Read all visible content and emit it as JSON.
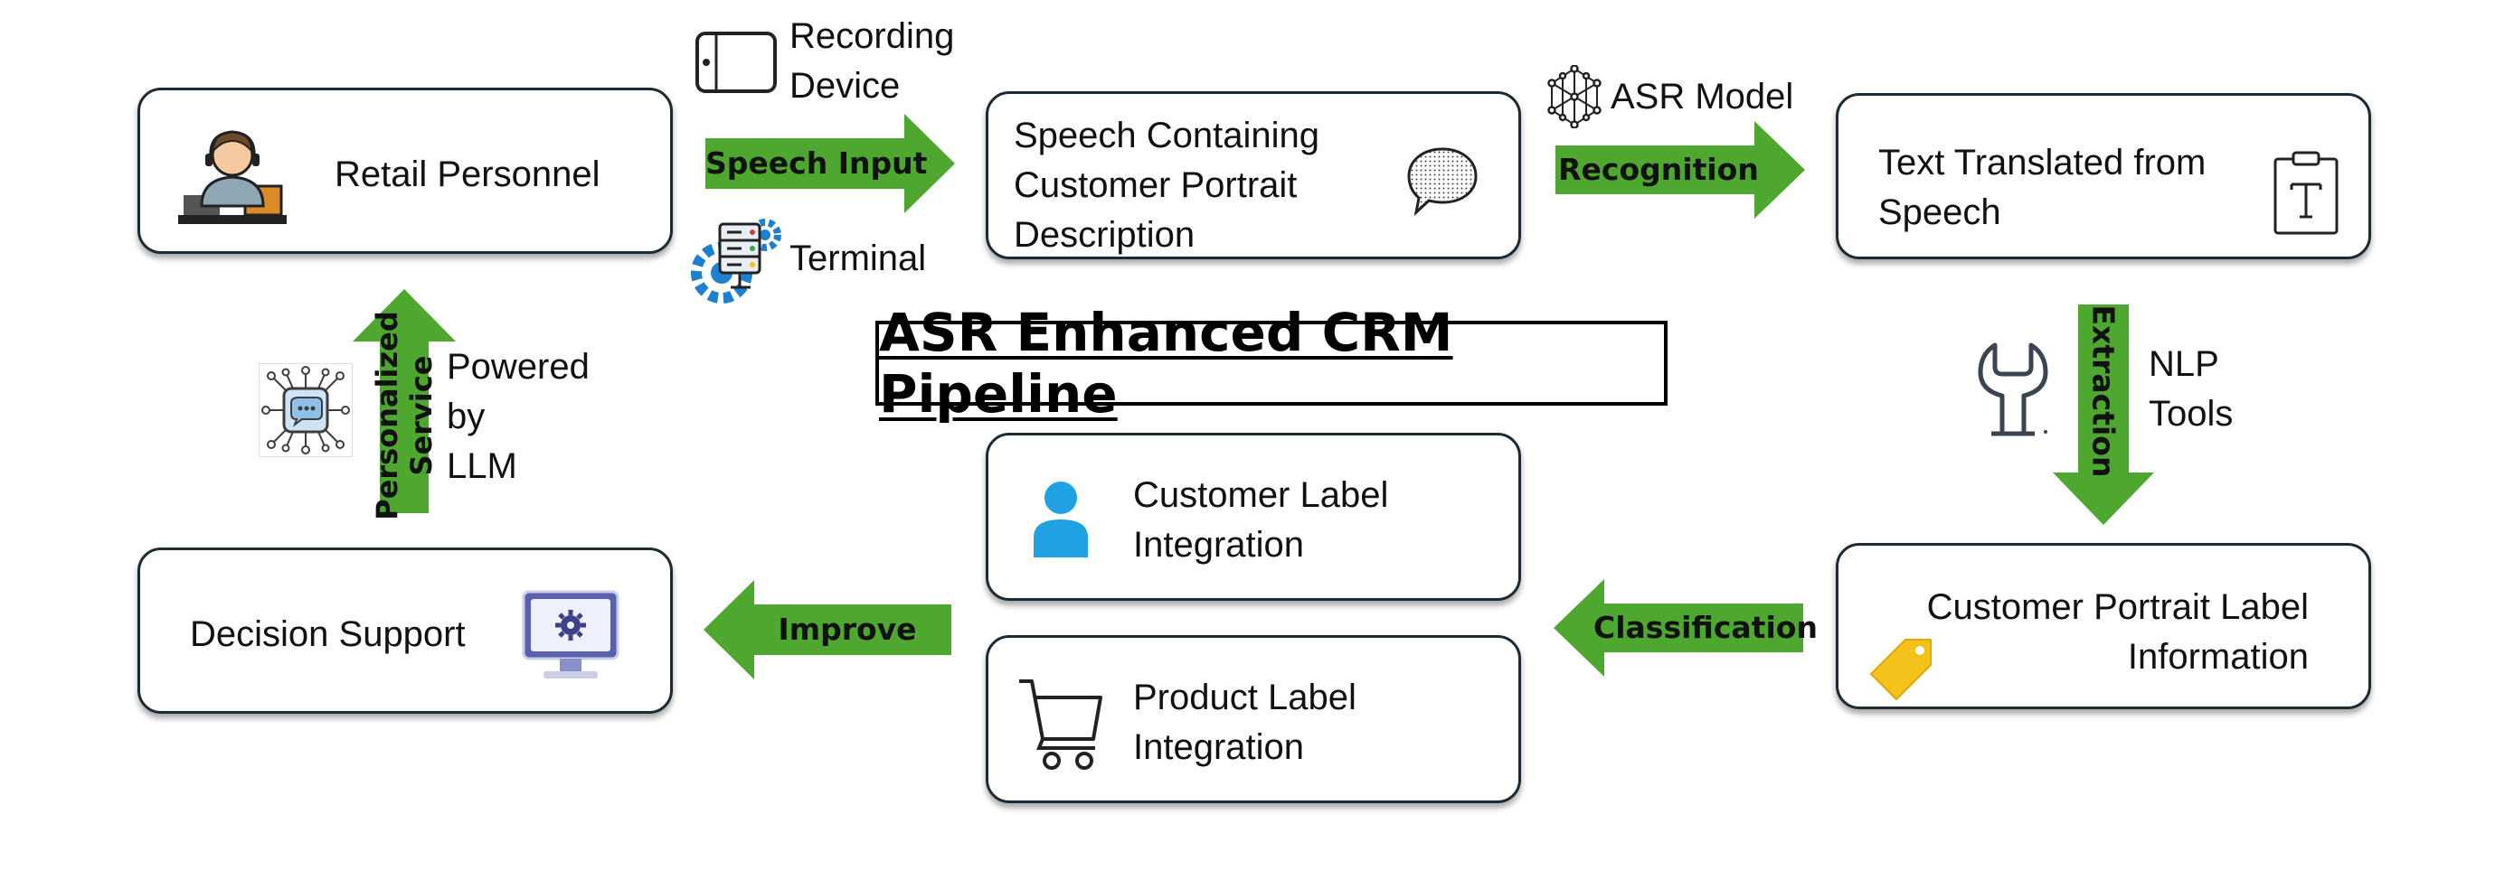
{
  "title": "ASR Enhanced CRM Pipeline",
  "colors": {
    "arrow": "#4ea72e",
    "box_border": "#1b2a33"
  },
  "nodes": {
    "retail_personnel": "Retail Personnel",
    "speech_containing": [
      "Speech Containing",
      "Customer Portrait",
      "Description"
    ],
    "text_translated": [
      "Text Translated from",
      "Speech"
    ],
    "customer_portrait_label": [
      "Customer Portrait Label",
      "Information"
    ],
    "customer_label_integration": [
      "Customer Label",
      "Integration"
    ],
    "product_label_integration": [
      "Product Label",
      "Integration"
    ],
    "decision_support": "Decision Support"
  },
  "arrows": {
    "speech_input": "Speech Input",
    "recognition": "Recognition",
    "extraction": "Extraction",
    "classification": "Classification",
    "improve": "Improve",
    "personalized_service": [
      "Personalized",
      "Service"
    ]
  },
  "tools": {
    "recording_device": [
      "Recording",
      "Device"
    ],
    "terminal": "Terminal",
    "asr_model": "ASR Model",
    "nlp_tools": [
      "NLP",
      "Tools"
    ],
    "powered_by_llm": [
      "Powered",
      "by",
      "LLM"
    ]
  },
  "icons": {
    "retail_personnel": "retail-worker-icon",
    "recording_device": "tablet-icon",
    "terminal": "server-gear-icon",
    "speech": "speech-bubble-icon",
    "asr_model": "neural-network-icon",
    "text": "clipboard-text-icon",
    "nlp": "wrench-icon",
    "customer_portrait_label": "tag-icon",
    "customer_label": "person-icon",
    "product_label": "shopping-cart-icon",
    "decision_support": "monitor-gear-icon",
    "llm": "ai-chip-icon"
  }
}
